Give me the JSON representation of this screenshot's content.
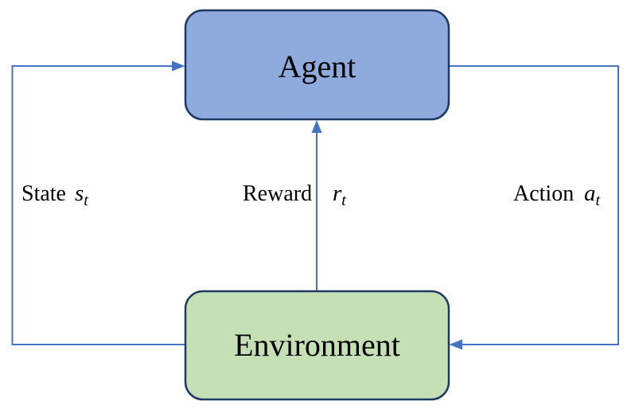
{
  "diagram": {
    "nodes": {
      "agent": {
        "label": "Agent",
        "fill": "#8FAADC",
        "border": "#1F3864"
      },
      "environment": {
        "label": "Environment",
        "fill": "#C5E0B4",
        "border": "#1F3864"
      }
    },
    "edges": {
      "state": {
        "label": "State",
        "symbol": "s",
        "subscript": "t",
        "from": "Environment",
        "to": "Agent"
      },
      "reward": {
        "label": "Reward",
        "symbol": "r",
        "subscript": "t",
        "from": "Environment",
        "to": "Agent"
      },
      "action": {
        "label": "Action",
        "symbol": "a",
        "subscript": "t",
        "from": "Agent",
        "to": "Environment"
      }
    },
    "colors": {
      "arrow": "#4472C4",
      "text": "#000000"
    }
  }
}
